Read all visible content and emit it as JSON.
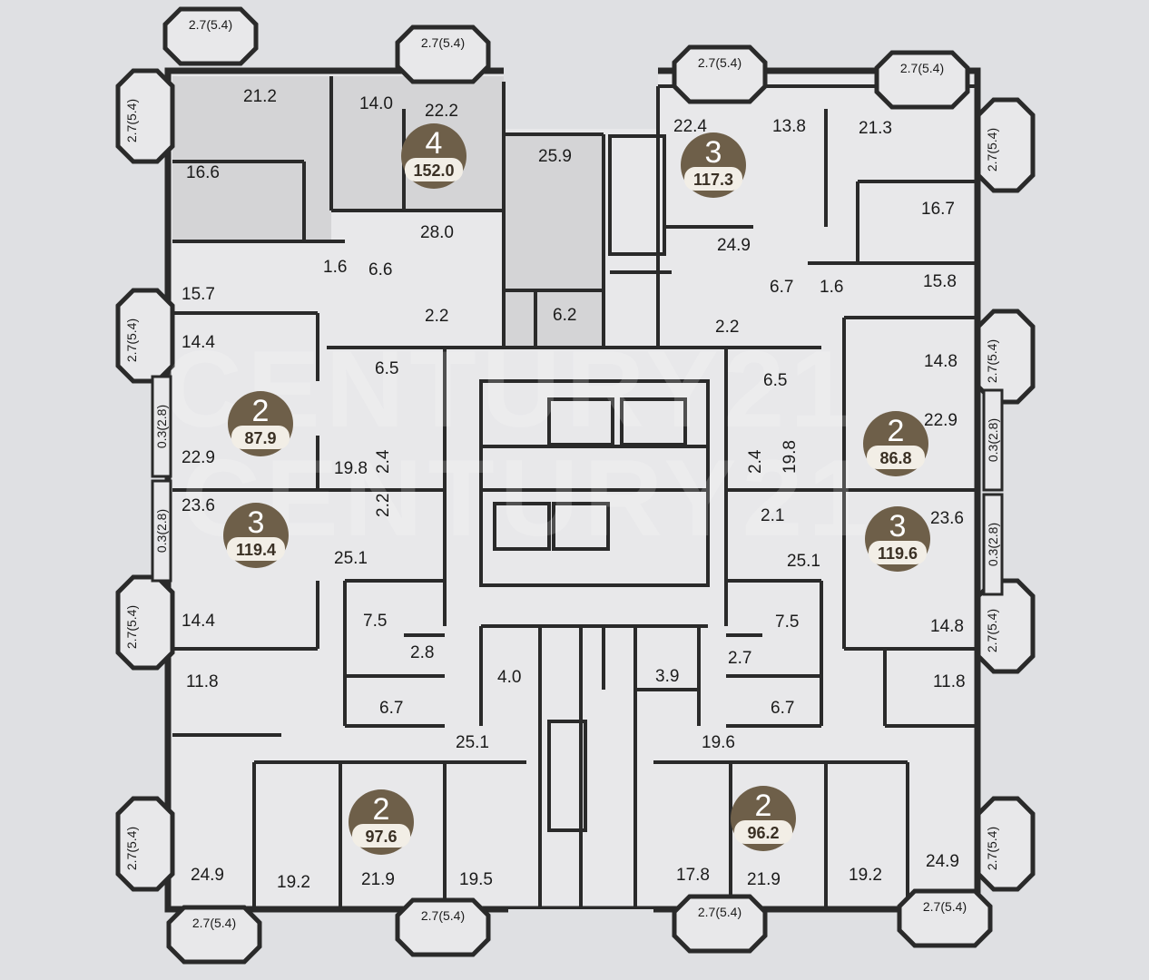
{
  "apartments": [
    {
      "id": "apt-4-152",
      "rooms": "4",
      "area": "152.0"
    },
    {
      "id": "apt-3-117",
      "rooms": "3",
      "area": "117.3"
    },
    {
      "id": "apt-2-879",
      "rooms": "2",
      "area": "87.9"
    },
    {
      "id": "apt-2-868",
      "rooms": "2",
      "area": "86.8"
    },
    {
      "id": "apt-3-1194",
      "rooms": "3",
      "area": "119.4"
    },
    {
      "id": "apt-3-1196",
      "rooms": "3",
      "area": "119.6"
    },
    {
      "id": "apt-2-976",
      "rooms": "2",
      "area": "97.6"
    },
    {
      "id": "apt-2-962",
      "rooms": "2",
      "area": "96.2"
    }
  ],
  "room_labels": [
    "21.2",
    "14.0",
    "22.2",
    "25.9",
    "16.6",
    "28.0",
    "1.6",
    "6.6",
    "2.2",
    "6.2",
    "15.7",
    "14.4",
    "6.5",
    "22.9",
    "19.8",
    "2.4",
    "2.2",
    "23.6",
    "25.1",
    "7.5",
    "2.8",
    "14.4",
    "11.8",
    "6.7",
    "4.0",
    "25.1",
    "24.9",
    "19.2",
    "21.9",
    "19.5",
    "22.4",
    "13.8",
    "21.3",
    "16.7",
    "24.9",
    "6.7",
    "1.6",
    "15.8",
    "2.2",
    "6.5",
    "14.8",
    "22.9",
    "19.8",
    "2.4",
    "2.1",
    "23.6",
    "25.1",
    "7.5",
    "2.7",
    "14.8",
    "11.8",
    "6.7",
    "3.9",
    "19.6",
    "17.8",
    "21.9",
    "19.2",
    "24.9"
  ],
  "balconies": [
    "2.7(5.4)",
    "2.7(5.4)",
    "2.7(5.4)",
    "2.7(5.4)",
    "2.7(5.4)",
    "2.7(5.4)",
    "2.7(5.4)",
    "2.7(5.4)",
    "2.7(5.4)",
    "2.7(5.4)",
    "2.7(5.4)",
    "2.7(5.4)",
    "2.7(5.4)",
    "2.7(5.4)",
    "2.7(5.4)",
    "2.7(5.4)"
  ],
  "loggias": [
    "0.3(2.8)",
    "0.3(2.8)",
    "0.3(2.8)",
    "0.3(2.8)"
  ],
  "colors": {
    "badge": "#6e5f49",
    "wall": "#2a2a2a",
    "room": "#e7e7ea",
    "shaded": "#d4d4d6"
  }
}
